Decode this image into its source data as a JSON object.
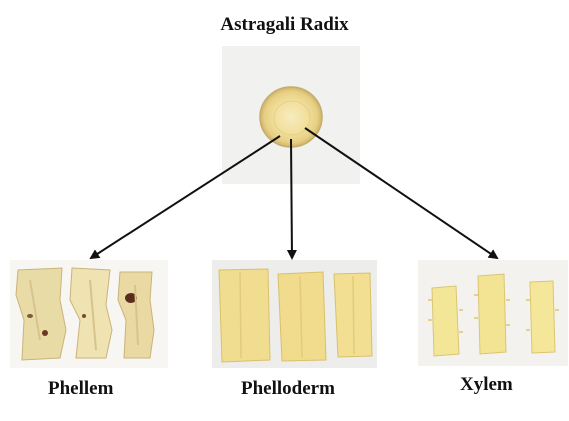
{
  "title": "Astragali Radix",
  "labels": {
    "phellem": "Phellem",
    "phelloderm": "Phelloderm",
    "xylem": "Xylem"
  },
  "colors": {
    "phellem_tissue": "#ead9a2",
    "phelloderm_tissue": "#f1dd8f",
    "xylem_tissue": "#f4e697",
    "root_slice": "#f3e29a",
    "arrow": "#111111"
  },
  "icons": {
    "arrow": "arrow-icon"
  }
}
